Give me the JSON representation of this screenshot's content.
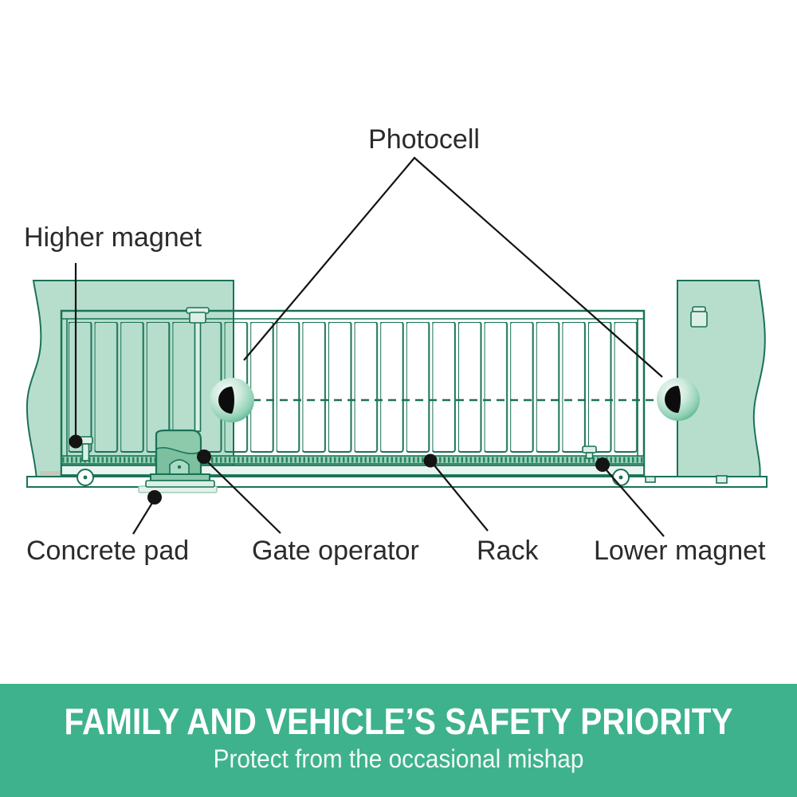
{
  "colors": {
    "outline": "#1a7258",
    "wall_fill": "#b7decd",
    "banner_bg": "#3eb28c",
    "ink": "#141414",
    "label_ink": "#2b2b2b"
  },
  "diagram": {
    "labels": {
      "photocell": "Photocell",
      "higher_magnet": "Higher magnet",
      "concrete_pad": "Concrete pad",
      "gate_operator": "Gate operator",
      "rack": "Rack",
      "lower_magnet": "Lower magnet"
    }
  },
  "banner": {
    "title": "FAMILY AND VEHICLE’S SAFETY PRIORITY",
    "subtitle": "Protect from the occasional mishap"
  }
}
